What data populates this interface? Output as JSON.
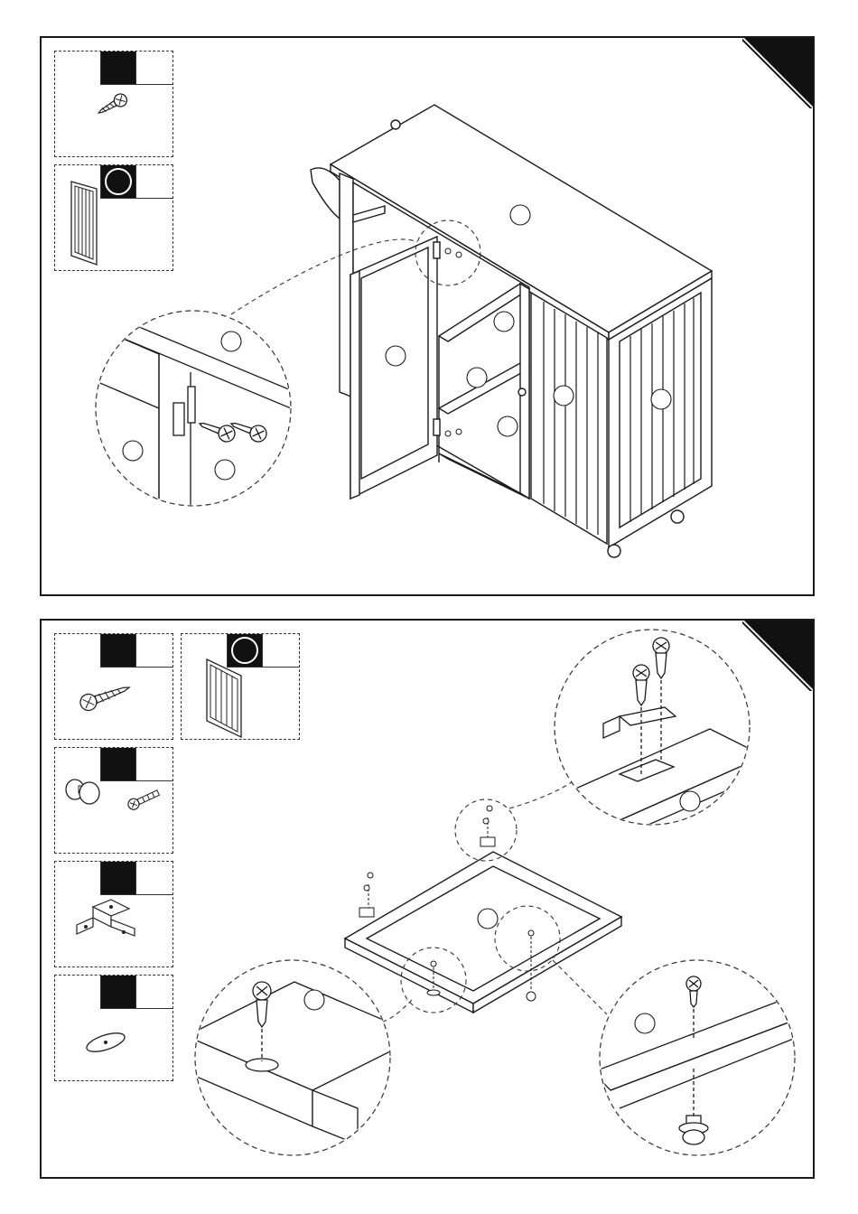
{
  "document": {
    "type": "assembly-instructions",
    "steps": [
      {
        "parts": [
          {
            "icon": "screw-icon"
          },
          {
            "icon": "door-panel-icon"
          }
        ],
        "callouts": [
          "hinge-screw-detail"
        ]
      },
      {
        "parts": [
          {
            "icon": "wood-screw-icon"
          },
          {
            "icon": "door-panel-icon"
          },
          {
            "icon": "knob-and-bolt-icon"
          },
          {
            "icon": "z-bracket-icon"
          },
          {
            "icon": "oval-plate-icon"
          }
        ],
        "callouts": [
          "bracket-screw-detail",
          "plate-screw-detail",
          "wheel-mount-detail"
        ]
      }
    ]
  },
  "colors": {
    "ink": "#1a1a1a",
    "paper": "#ffffff"
  }
}
